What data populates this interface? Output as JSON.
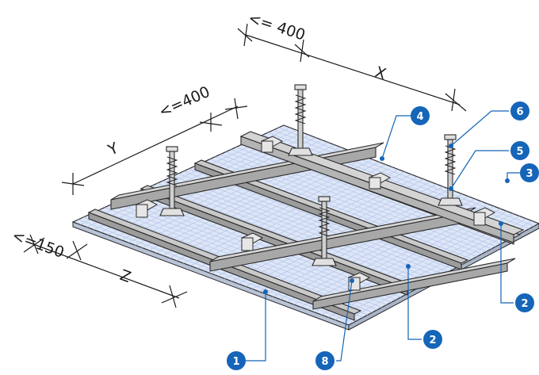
{
  "dimensions": {
    "top_spacing": "<= 400",
    "x_label": "X",
    "left_spacing": "<=400",
    "y_label": "Y",
    "edge_spacing": "<=150",
    "z_label": "Z"
  },
  "callouts": [
    {
      "id": "c1",
      "number": "1"
    },
    {
      "id": "c2a",
      "number": "2"
    },
    {
      "id": "c2b",
      "number": "2"
    },
    {
      "id": "c3",
      "number": "3"
    },
    {
      "id": "c4",
      "number": "4"
    },
    {
      "id": "c5",
      "number": "5"
    },
    {
      "id": "c6",
      "number": "6"
    },
    {
      "id": "c8",
      "number": "8"
    }
  ],
  "colors": {
    "callout": "#1565b8",
    "board": "#dde6f7",
    "grid": "#b9c9ea",
    "metal": "#c9c9c9",
    "metal_dark": "#8a8a8a",
    "line": "#2a2a2a"
  }
}
